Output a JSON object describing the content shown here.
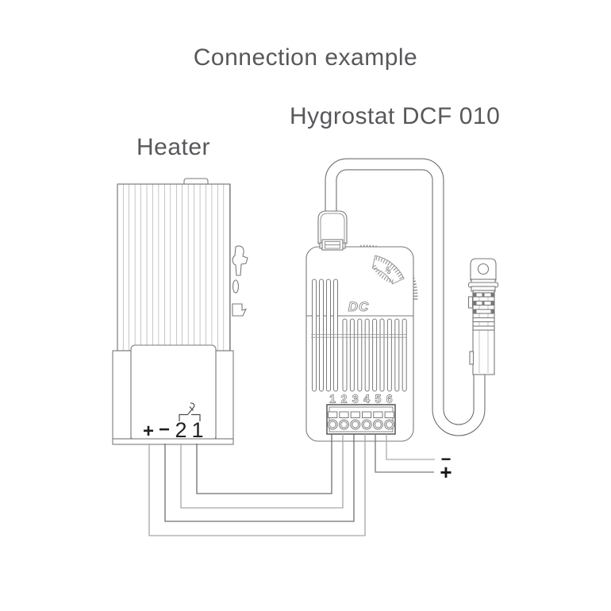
{
  "title": "Connection example",
  "labels": {
    "hygrostat": "Hygrostat DCF 010",
    "heater": "Heater"
  },
  "heater": {
    "terminals": [
      "+",
      "−",
      "2",
      "1"
    ]
  },
  "hygrostat": {
    "logo": "DC",
    "dial_symbol": "%",
    "terminals": [
      "1",
      "2",
      "3",
      "4",
      "5",
      "6"
    ]
  },
  "supply": {
    "negative": "−",
    "positive": "+"
  },
  "connections": [
    {
      "from": "heater-terminal-1",
      "to": "hygrostat-terminal-1"
    },
    {
      "from": "heater-terminal-2",
      "to": "hygrostat-terminal-2"
    },
    {
      "from": "heater-terminal-minus",
      "to": "hygrostat-terminal-3"
    },
    {
      "from": "heater-terminal-plus",
      "to": "hygrostat-terminal-4"
    },
    {
      "from": "hygrostat-terminal-5",
      "to": "supply-positive"
    },
    {
      "from": "hygrostat-terminal-6",
      "to": "supply-negative"
    }
  ],
  "colors": {
    "line": "#7a7a7a",
    "wire_dark": "#6f6f6f",
    "wire_light": "#a6a6a6",
    "title_text": "#57585b",
    "terminal_text": "#1f1f1f"
  }
}
